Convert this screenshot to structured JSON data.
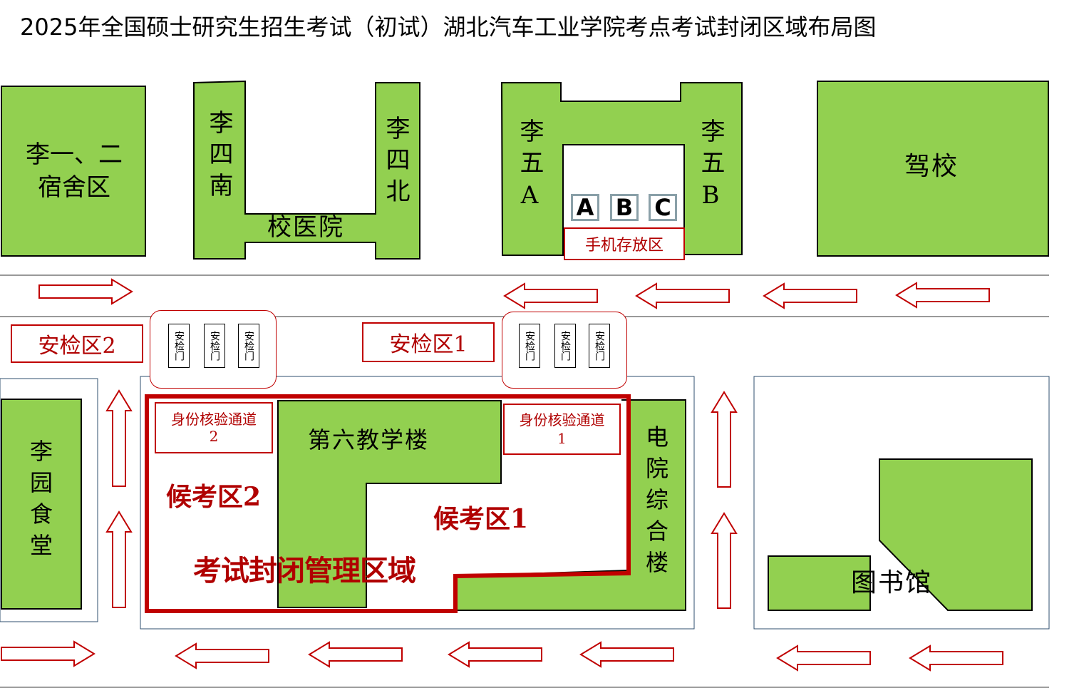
{
  "title": "2025年全国硕士研究生招生考试（初试）湖北汽车工业学院考点考试封闭区域布局图",
  "colors": {
    "building": "#92d050",
    "outline": "#000000",
    "accent": "#c00000"
  },
  "buildings": {
    "dorm12": "李一、二\n宿舍区",
    "li4_south": "李四南",
    "li4_north": "李四北",
    "clinic": "校医院",
    "li5a": "李五A",
    "li5b": "李五B",
    "driving_school": "驾校",
    "canteen": "李园食堂",
    "teaching6": "第六教学楼",
    "ee_building": "电院综合楼",
    "library": "图书馆"
  },
  "rooms": [
    "A",
    "B",
    "C"
  ],
  "phone_storage": "手机存放区",
  "security": {
    "zone2": "安检区2",
    "zone1": "安检区1",
    "gate_label": "安检门"
  },
  "id_check": {
    "channel2": "身份核验通道\n2",
    "channel1": "身份核验通道\n1"
  },
  "waiting": {
    "zone2": "候考区2",
    "zone1": "候考区1"
  },
  "closed_zone": "考试封闭管理区域"
}
